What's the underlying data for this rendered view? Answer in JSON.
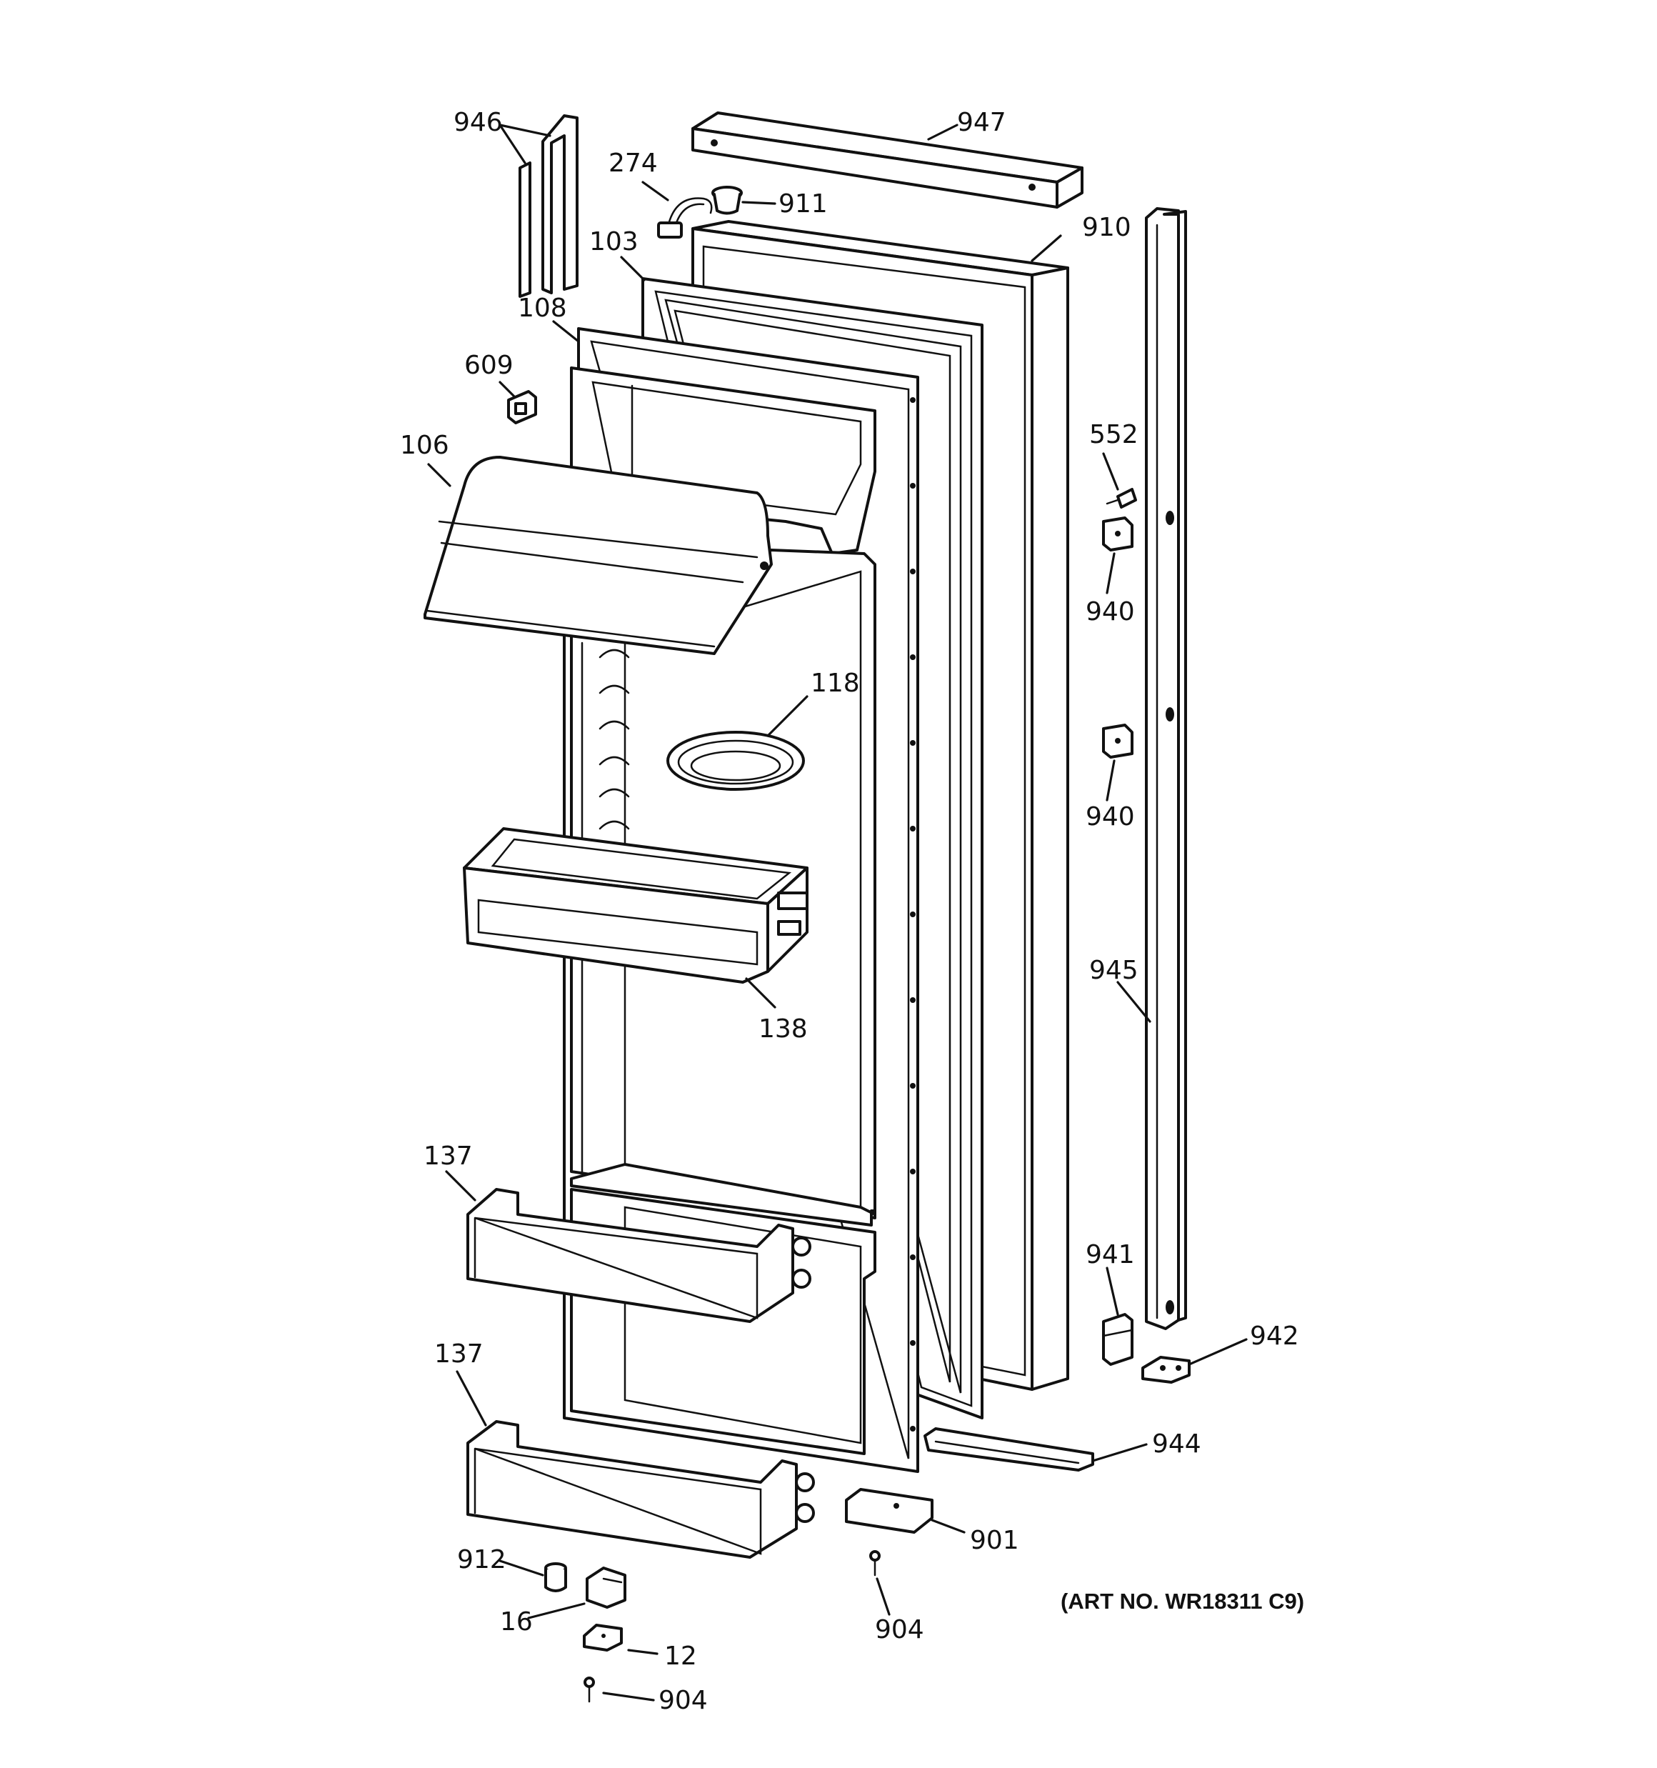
{
  "colors": {
    "line": "#111111",
    "background": "#ffffff"
  },
  "callouts": {
    "c946": "946",
    "c947": "947",
    "c274": "274",
    "c911": "911",
    "c910": "910",
    "c103": "103",
    "c108": "108",
    "c609": "609",
    "c106": "106",
    "c552": "552",
    "c940a": "940",
    "c940b": "940",
    "c118": "118",
    "c138": "138",
    "c945": "945",
    "c137a": "137",
    "c137b": "137",
    "c941": "941",
    "c942": "942",
    "c944": "944",
    "c901": "901",
    "c912": "912",
    "c16": "16",
    "c12": "12",
    "c904a": "904",
    "c904b": "904"
  },
  "art_number": "(ART NO. WR18311 C9)"
}
